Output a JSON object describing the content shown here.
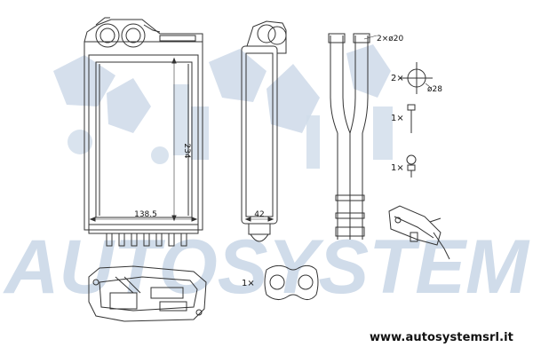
{
  "watermark": {
    "text": "AUTOSYSTEM",
    "color": "#d0dcea"
  },
  "website": "www.autosystemsrl.it",
  "colors": {
    "line": "#333333",
    "watermark": "#d0dcea",
    "text": "#111111"
  },
  "dimensions": {
    "core_width": "138.5",
    "core_height": "234",
    "core_depth": "42"
  },
  "parts": {
    "pipes_label": "2×ø20",
    "oring_qty": "2×",
    "oring_size": "ø28",
    "screw_qty": "1×",
    "clip_qty": "1×",
    "seal_qty": "1×"
  }
}
